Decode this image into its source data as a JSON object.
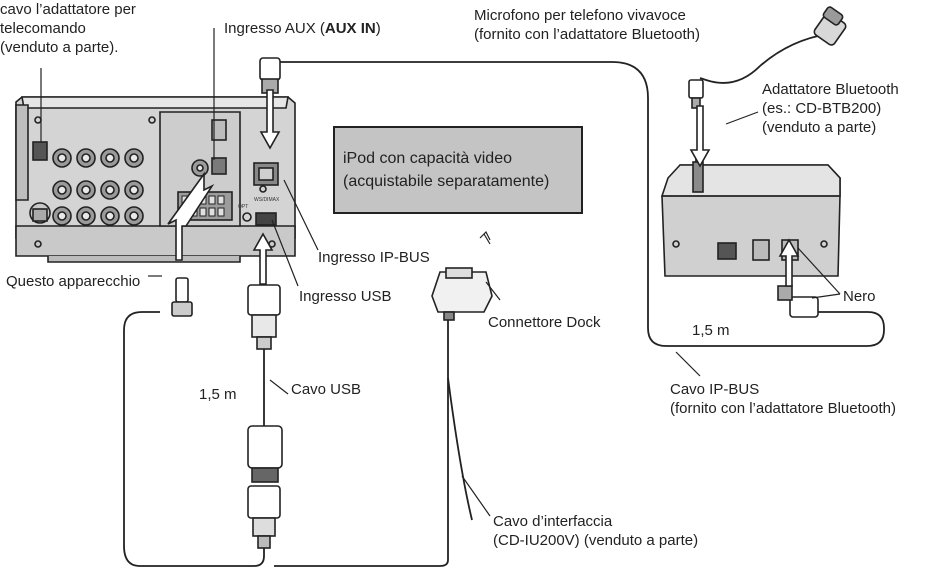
{
  "labels": {
    "adapter_remote": [
      "cavo l’adattatore per",
      "telecomando",
      "(venduto a parte)."
    ],
    "aux_in": {
      "prefix": "Ingresso AUX (",
      "bold": "AUX IN",
      "suffix": ")"
    },
    "microphone": [
      "Microfono per telefono vivavoce",
      "(fornito con l’adattatore Bluetooth)"
    ],
    "bluetooth_adapter": [
      "Adattatore Bluetooth",
      "(es.: CD-BTB200)",
      "(venduto a parte)"
    ],
    "ipod": [
      "iPod con capacità video",
      "(acquistabile separatamente)"
    ],
    "ip_bus_input": "Ingresso IP-BUS",
    "this_unit": "Questo apparecchio",
    "usb_input": "Ingresso USB",
    "dock_connector": "Connettore Dock",
    "black": "Nero",
    "length_right": "1,5 m",
    "length_usb": "1,5 m",
    "usb_cable": "Cavo USB",
    "ip_bus_cable": [
      "Cavo IP-BUS",
      "(fornito con l’adattatore Bluetooth)"
    ],
    "interface_cable": [
      "Cavo d’interfaccia",
      "(CD-IU200V) (venduto a parte)"
    ]
  },
  "unit_markings": {
    "ws": "WS/DIMAX",
    "opt": "OPT"
  },
  "colors": {
    "line": "#222222",
    "panel_fill": "#d2d2d2",
    "panel_dark": "#8c8c8c",
    "box_fill": "#c4c4c4"
  }
}
